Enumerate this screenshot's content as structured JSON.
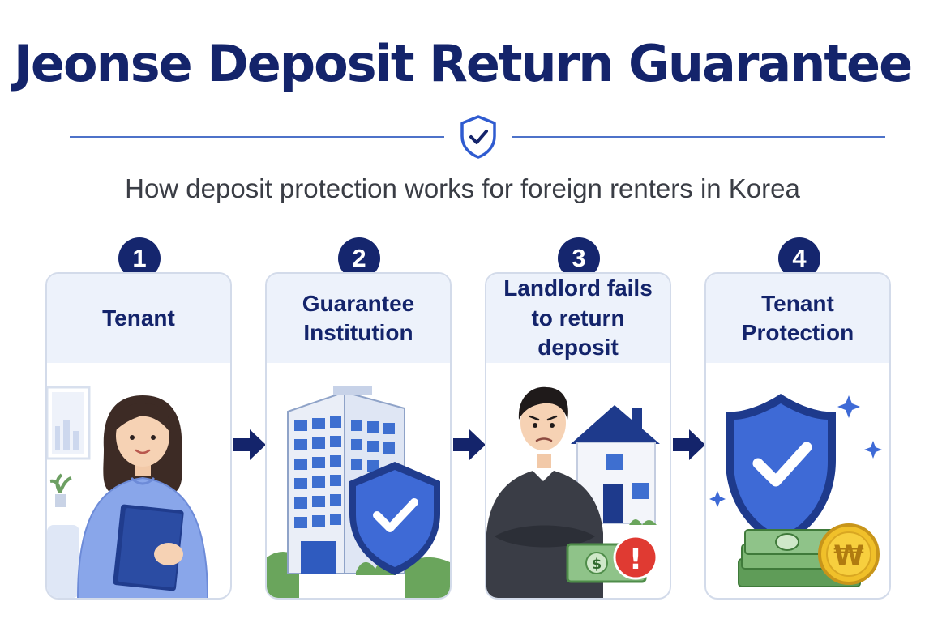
{
  "title": "Jeonse Deposit Return Guarantee",
  "subtitle": "How deposit protection works for foreign renters in Korea",
  "colors": {
    "navy": "#14246b",
    "accent": "#3e66cf",
    "card_head": "#edf2fb",
    "alert": "#e03a32"
  },
  "steps": [
    {
      "number": "1",
      "label": "Tenant",
      "icon": "tenant-icon"
    },
    {
      "number": "2",
      "label": "Guarantee Institution",
      "icon": "office-building-shield-icon"
    },
    {
      "number": "3",
      "label": "Landlord fails to return deposit",
      "icon": "worried-landlord-house-icon"
    },
    {
      "number": "4",
      "label": "Tenant Protection",
      "icon": "shield-money-icon"
    }
  ],
  "coin_symbol": "₩",
  "alert_symbol": "!"
}
